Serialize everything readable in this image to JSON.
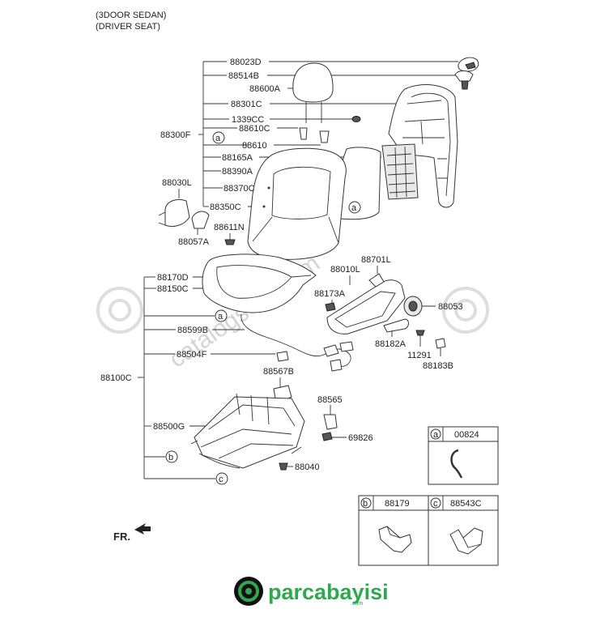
{
  "header": {
    "line1": "(3DOOR SEDAN)",
    "line2": "(DRIVER SEAT)"
  },
  "labels": {
    "p88023D": "88023D",
    "p88514B": "88514B",
    "p88600A": "88600A",
    "p88301C": "88301C",
    "p1339CC": "1339CC",
    "p88610C": "88610C",
    "p88300F": "88300F",
    "p88610": "88610",
    "p88165A": "88165A",
    "p88390A": "88390A",
    "p88370C": "88370C",
    "p88030L": "88030L",
    "p88350C": "88350C",
    "p88057A": "88057A",
    "p88611N": "88611N",
    "p88010L": "88010L",
    "p88701L": "88701L",
    "p88170D": "88170D",
    "p88150C": "88150C",
    "p88173A": "88173A",
    "p88053": "88053",
    "p88599B": "88599B",
    "p88182A": "88182A",
    "p11291": "11291",
    "p88183B": "88183B",
    "p88504F": "88504F",
    "p88567B": "88567B",
    "p88100C": "88100C",
    "p88565": "88565",
    "p88500G": "88500G",
    "p69826": "69826",
    "p88040": "88040",
    "callout_a": "a",
    "callout_b": "b",
    "callout_c": "c",
    "fr": "FR."
  },
  "legend": [
    {
      "key": "a",
      "part": "00824"
    },
    {
      "key": "b",
      "part": "88179"
    },
    {
      "key": "c",
      "part": "88543C"
    }
  ],
  "watermark": {
    "text": "catalogs-oz.com"
  },
  "logo": {
    "brand": "parcabayisi",
    "suffix": ".com",
    "color": "#2fa84f"
  }
}
